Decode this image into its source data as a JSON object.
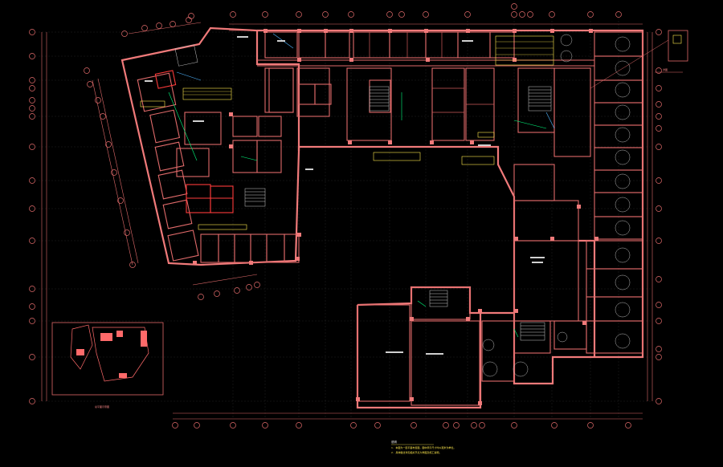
{
  "drawing": {
    "notes_title": "说明",
    "notes": [
      "1. 本图为一层平面布置图，图中所示尺寸均以毫米为单位。",
      "2. 具体做法详见相关节点大样图及施工说明。"
    ],
    "key_plan_label": "总平面示意图",
    "right_callout_label": "详图",
    "colors": {
      "background": "#000000",
      "walls": "#f07a7a",
      "annotations": "#ffe94d",
      "highlight": "#ff3b3b",
      "equipment": "#00ff7f"
    }
  }
}
